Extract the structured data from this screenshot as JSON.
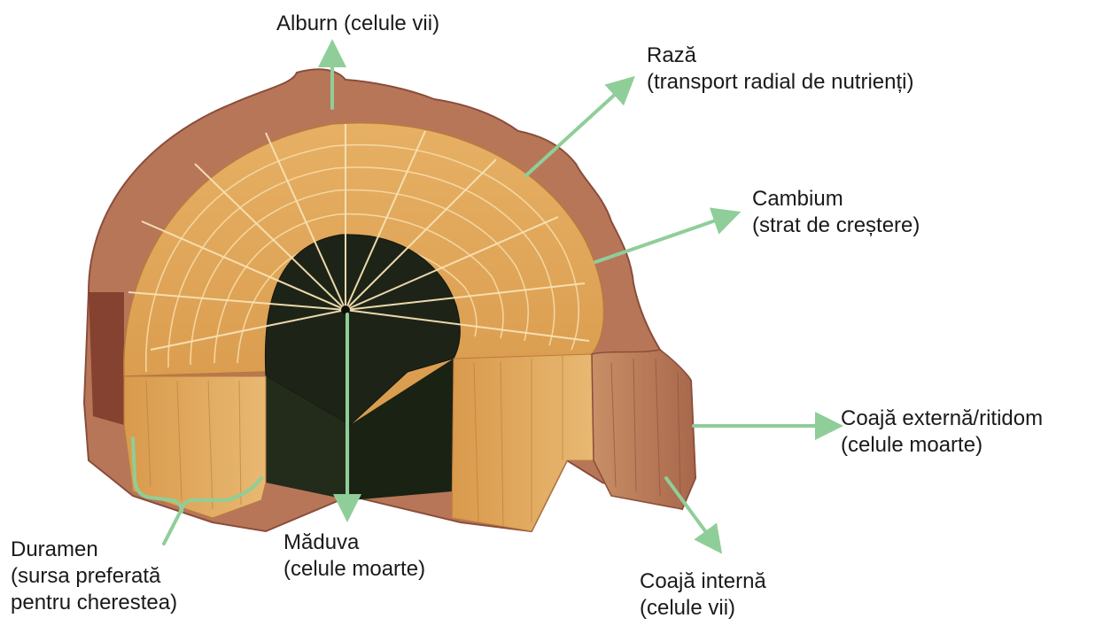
{
  "labels": {
    "alburn": {
      "line1": "Alburn (celule vii)"
    },
    "raza": {
      "line1": "Rază",
      "line2": "(transport radial de nutrienți)"
    },
    "cambium": {
      "line1": "Cambium",
      "line2": "(strat de creștere)"
    },
    "coaja_externa": {
      "line1": "Coajă externă/ritidom",
      "line2": "(celule moarte)"
    },
    "coaja_interna": {
      "line1": "Coajă internă",
      "line2": "(celule vii)"
    },
    "maduva": {
      "line1": "Măduva",
      "line2": "(celule moarte)"
    },
    "duramen": {
      "line1": "Duramen",
      "line2": "(sursa preferată",
      "line3": "pentru cherestea)"
    }
  },
  "colors": {
    "arrow": "#8fce98",
    "sapwood": "#e7b46a",
    "sapwood_light": "#f3d49a",
    "bark": "#b9785d",
    "bark_dark": "#8a4d3a",
    "heartwood": "#1d2417",
    "text": "#1a1a1a"
  }
}
